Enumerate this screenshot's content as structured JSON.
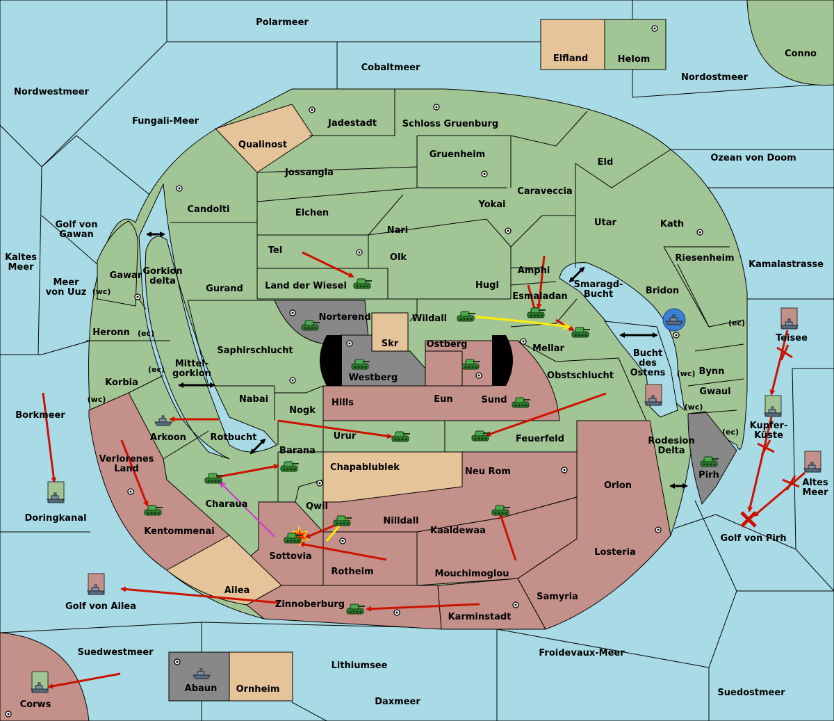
{
  "colors": {
    "sea": "#a9dbe6",
    "neutral": "#a2c596",
    "red_power": "#c4908a",
    "tan_power": "#e6c49a",
    "grey_power": "#888888",
    "move_order": "#cc1100",
    "support_order": "#ffee00",
    "convoy_order": "#cc33cc"
  },
  "regions": {
    "polarmeer": "Polarmeer",
    "cobaltmeer": "Cobaltmeer",
    "elfland": "Elfland",
    "helom": "Helom",
    "conno": "Conno",
    "nordostmeer": "Nordostmeer",
    "nordwestmeer": "Nordwestmeer",
    "fungali_meer": "Fungali-Meer",
    "jadestadt": "Jadestadt",
    "schloss_gruenburg": "Schloss Gruenburg",
    "qualinost": "Qualinost",
    "gruenheim": "Gruenheim",
    "eld": "Eld",
    "ozean_von_doom": "Ozean von Doom",
    "jossangia": "Jossangia",
    "caraveccia": "Caraveccia",
    "candolti": "Candolti",
    "elchen": "Elchen",
    "yokai": "Yokai",
    "utar": "Utar",
    "kath": "Kath",
    "golf_von_gawan": "Golf von\nGawan",
    "nari": "Nari",
    "tel": "Tel",
    "olk": "Olk",
    "riesenheim": "Riesenheim",
    "kaltes_meer": "Kaltes\nMeer",
    "kamalastrasse": "Kamalastrasse",
    "amphi": "Amphi",
    "gawar": "Gawar",
    "gorkion_delta": "Gorkion\ndelta",
    "meer_von_uuz": "Meer\nvon Uuz",
    "wc": "(wc)",
    "ec": "(ec)",
    "land_der_wiesel": "Land der Wiesel",
    "hugl": "Hugl",
    "smaragd_bucht": "Smaragd-\nBucht",
    "gurand": "Gurand",
    "bridon": "Bridon",
    "esmaladan": "Esmaladan",
    "norterend": "Norterend",
    "wildall": "Wildall",
    "teisee": "Teisee",
    "heronn": "Heronn",
    "skr": "Skr",
    "ostberg": "Ostberg",
    "mellar": "Mellar",
    "saphirschlucht": "Saphirschlucht",
    "bucht_des_ostens": "Bucht\ndes\nOstens",
    "mittelgorkion": "Mittel-\ngorkion",
    "korbia": "Korbia",
    "westberg": "Westberg",
    "obstschlucht": "Obstschlucht",
    "bynn": "Bynn",
    "gwaul": "Gwaul",
    "nabai": "Nabai",
    "hills": "Hills",
    "eun": "Eun",
    "sund": "Sund",
    "borkmeer": "Borkmeer",
    "nogk": "Nogk",
    "kupfer_kuste": "Kupfer-\nKüste",
    "arkoon": "Arkoon",
    "rotbucht": "Rotbucht",
    "urur": "Urur",
    "feuerfeld": "Feuerfeld",
    "rodesion_delta": "Rodesion\nDelta",
    "verlorenes_land": "Verlorenes\nLand",
    "barana": "Barana",
    "chapablublek": "Chapablublek",
    "neu_rom": "Neu Rom",
    "pirh": "Pirh",
    "altes_meer": "Altes\nMeer",
    "orlon": "Orlon",
    "charaua": "Charaua",
    "qwil": "Qwil",
    "doringkanal": "Doringkanal",
    "nilldall": "Nilldall",
    "kaaldewaa": "Kaaldewaa",
    "golf_von_pirh": "Golf von Pirh",
    "kentommenai": "Kentommenai",
    "sottovia": "Sottovia",
    "losteria": "Losteria",
    "rotheim": "Rotheim",
    "mouchimoglou": "Mouchimoglou",
    "ailea": "Ailea",
    "samyria": "Samyria",
    "golf_von_ailea": "Golf von Ailea",
    "zinnoberburg": "Zinnoberburg",
    "karminstadt": "Karminstadt",
    "suedwestmeer": "Suedwestmeer",
    "froidevaux_meer": "Froidevaux-Meer",
    "lithiumsee": "Lithiumsee",
    "suedostmeer": "Suedostmeer",
    "abaun": "Abaun",
    "ornheim": "Ornheim",
    "corws": "Corws",
    "daxmeer": "Daxmeer"
  },
  "icons": {
    "army": "tank-icon",
    "fleet": "ship-icon",
    "supply_center": "supply-center-icon",
    "dislodged": "cross-icon"
  }
}
